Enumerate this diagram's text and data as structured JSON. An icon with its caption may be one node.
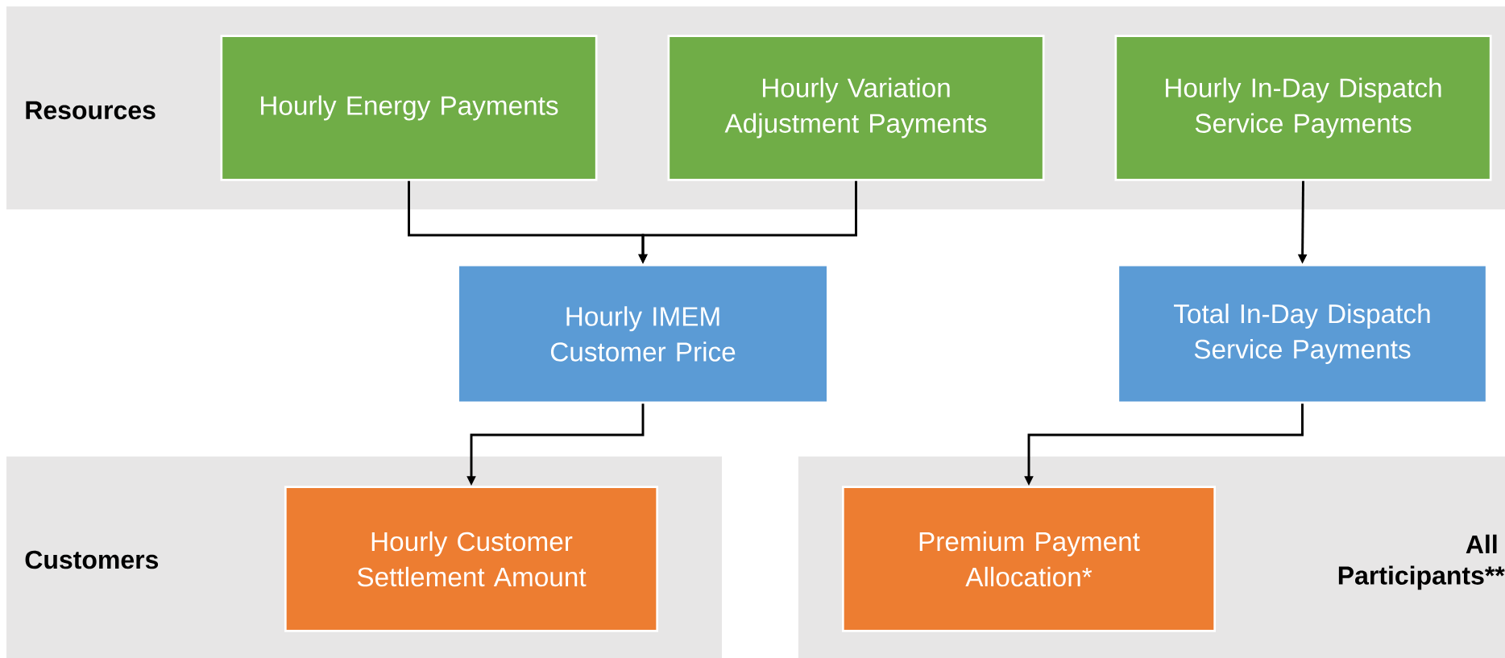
{
  "diagram": {
    "nodes": [
      {
        "text": [
          "Resources"
        ]
      },
      {
        "text": [
          "Hourly Energy Payments"
        ],
        "in": 0
      },
      {
        "text": [
          "Hourly Variation Adjustment Payments"
        ],
        "in": 0
      },
      {
        "text": [
          "Hourly In-Day Dispatch Service Payments"
        ],
        "in": 0
      },
      {
        "text": [
          "Hourly IMEM Customer Price"
        ]
      },
      {
        "text": [
          "Total In-Day Dispatch Service Payments"
        ]
      },
      {
        "text": [
          "Customers"
        ]
      },
      {
        "text": [
          "Hourly Customer Settlement Amount"
        ],
        "in": 6
      },
      {
        "text": [
          "All Participants**"
        ]
      },
      {
        "text": [
          "Premium Payment Allocation*"
        ],
        "in": 8
      }
    ],
    "edges": [
      {
        "from": 1,
        "to": 4,
        "arrow": "to"
      },
      {
        "from": 2,
        "to": 4,
        "arrow": "to"
      },
      {
        "from": 3,
        "to": 5,
        "arrow": "to"
      },
      {
        "from": 4,
        "to": 7,
        "arrow": "to"
      },
      {
        "from": 5,
        "to": 9,
        "arrow": "to"
      }
    ]
  }
}
